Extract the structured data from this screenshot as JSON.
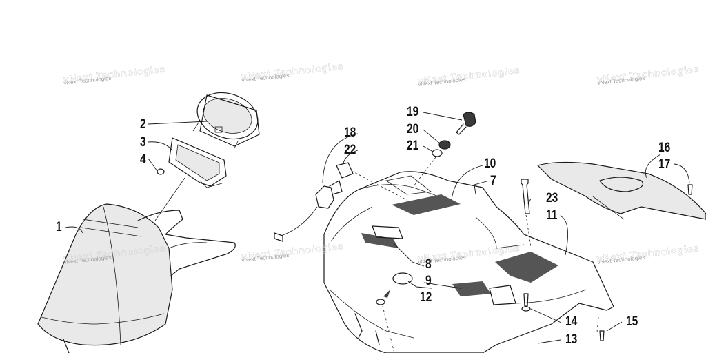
{
  "watermark_text": "vNext Technologies",
  "callouts": [
    {
      "id": "c1",
      "text": "1"
    },
    {
      "id": "c2",
      "text": "2"
    },
    {
      "id": "c3",
      "text": "3"
    },
    {
      "id": "c4",
      "text": "4"
    },
    {
      "id": "c7",
      "text": "7"
    },
    {
      "id": "c8",
      "text": "8"
    },
    {
      "id": "c9",
      "text": "9"
    },
    {
      "id": "c10",
      "text": "10"
    },
    {
      "id": "c11",
      "text": "11"
    },
    {
      "id": "c12",
      "text": "12"
    },
    {
      "id": "c13",
      "text": "13"
    },
    {
      "id": "c14",
      "text": "14"
    },
    {
      "id": "c15",
      "text": "15"
    },
    {
      "id": "c16",
      "text": "16"
    },
    {
      "id": "c17",
      "text": "17"
    },
    {
      "id": "c18",
      "text": "18"
    },
    {
      "id": "c19",
      "text": "19"
    },
    {
      "id": "c20",
      "text": "20"
    },
    {
      "id": "c21",
      "text": "21"
    },
    {
      "id": "c22",
      "text": "22"
    },
    {
      "id": "c23",
      "text": "23"
    }
  ]
}
